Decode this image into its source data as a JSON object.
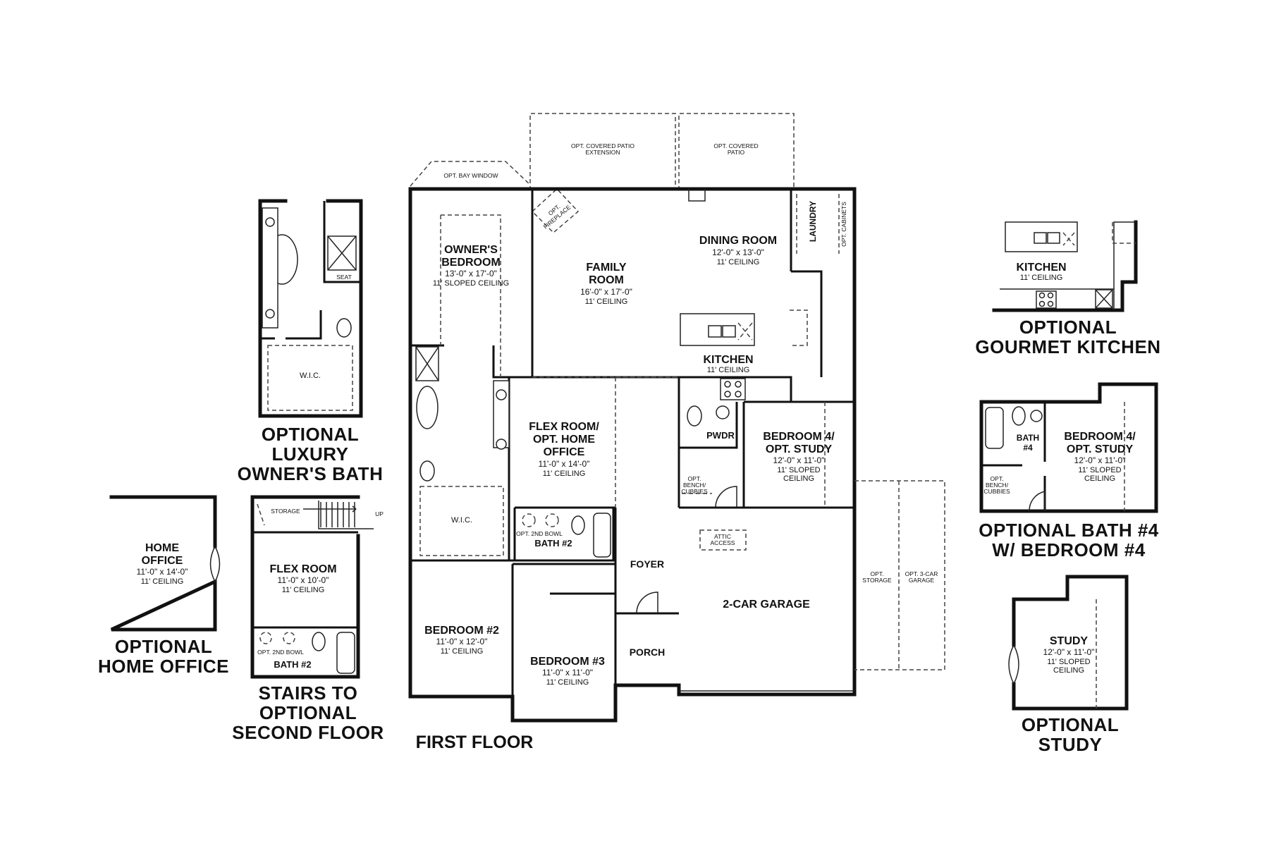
{
  "patio": {
    "ext1": "OPT. COVERED PATIO",
    "ext2": "EXTENSION",
    "cov1": "OPT. COVERED",
    "cov2": "PATIO",
    "bay": "OPT. BAY WINDOW",
    "fire1": "OPT.",
    "fire2": "FIREPLACE"
  },
  "rooms": {
    "owner": {
      "n1": "OWNER'S",
      "n2": "BEDROOM",
      "dim": "13'-0\" x 17'-0\"",
      "ceil": "11' SLOPED CEILING"
    },
    "family": {
      "n1": "FAMILY",
      "n2": "ROOM",
      "dim": "16'-0\" x 17'-0\"",
      "ceil": "11' CEILING"
    },
    "dining": {
      "n": "DINING ROOM",
      "dim": "12'-0\" x 13'-0\"",
      "ceil": "11' CEILING"
    },
    "laundry": "LAUNDRY",
    "cabinets": "OPT. CABINETS",
    "kitchen": {
      "n": "KITCHEN",
      "ceil": "11' CEILING"
    },
    "flex": {
      "n1": "FLEX ROOM/",
      "n2": "OPT. HOME",
      "n3": "OFFICE",
      "dim": "11'-0\" x 14'-0\"",
      "ceil": "11' CEILING"
    },
    "pwdr": "PWDR",
    "bed4": {
      "n1": "BEDROOM 4/",
      "n2": "OPT. STUDY",
      "dim": "12'-0\" x 11'-0\"",
      "ceil1": "11' SLOPED",
      "ceil2": "CEILING"
    },
    "bench1": "OPT.",
    "bench2": "BENCH/",
    "bench3": "CUBBIES",
    "wic": "W.I.C.",
    "bowl": "OPT. 2ND BOWL",
    "bath2": "BATH #2",
    "foyer": "FOYER",
    "porch": "PORCH",
    "attic1": "ATTIC",
    "attic2": "ACCESS",
    "garage": "2-CAR GARAGE",
    "storage1": "OPT.",
    "storage2": "STORAGE",
    "g3_1": "OPT. 3-CAR",
    "g3_2": "GARAGE",
    "bed2": {
      "n": "BEDROOM #2",
      "dim": "11'-0\" x 12'-0\"",
      "ceil": "11' CEILING"
    },
    "bed3": {
      "n": "BEDROOM #3",
      "dim": "11'-0\" x 11'-0\"",
      "ceil": "11' CEILING"
    }
  },
  "first_floor": "FIRST FLOOR",
  "lux": {
    "wic": "W.I.C.",
    "seat": "SEAT",
    "t1": "OPTIONAL",
    "t2": "LUXURY",
    "t3": "OWNER'S BATH"
  },
  "home_office": {
    "n1": "HOME",
    "n2": "OFFICE",
    "dim": "11'-0\" x 14'-0\"",
    "ceil": "11' CEILING",
    "t1": "OPTIONAL",
    "t2": "HOME OFFICE"
  },
  "stairs": {
    "storage": "STORAGE",
    "up": "UP",
    "flex": "FLEX ROOM",
    "dim": "11'-0\" x 10'-0\"",
    "ceil": "11' CEILING",
    "bowl": "OPT. 2ND BOWL",
    "bath": "BATH #2",
    "t1": "STAIRS TO",
    "t2": "OPTIONAL",
    "t3": "SECOND FLOOR"
  },
  "gourmet": {
    "kitchen": "KITCHEN",
    "ceil": "11' CEILING",
    "t1": "OPTIONAL",
    "t2": "GOURMET KITCHEN"
  },
  "bath4": {
    "bath1": "BATH",
    "bath2": "#4",
    "n1": "BEDROOM 4/",
    "n2": "OPT. STUDY",
    "dim": "12'-0\" x 11'-0\"",
    "ceil1": "11' SLOPED",
    "ceil2": "CEILING",
    "b1": "OPT.",
    "b2": "BENCH/",
    "b3": "CUBBIES",
    "t1": "OPTIONAL BATH #4",
    "t2": "W/ BEDROOM #4"
  },
  "study": {
    "n": "STUDY",
    "dim": "12'-0\" x 11'-0\"",
    "ceil1": "11' SLOPED",
    "ceil2": "CEILING",
    "t1": "OPTIONAL",
    "t2": "STUDY"
  }
}
